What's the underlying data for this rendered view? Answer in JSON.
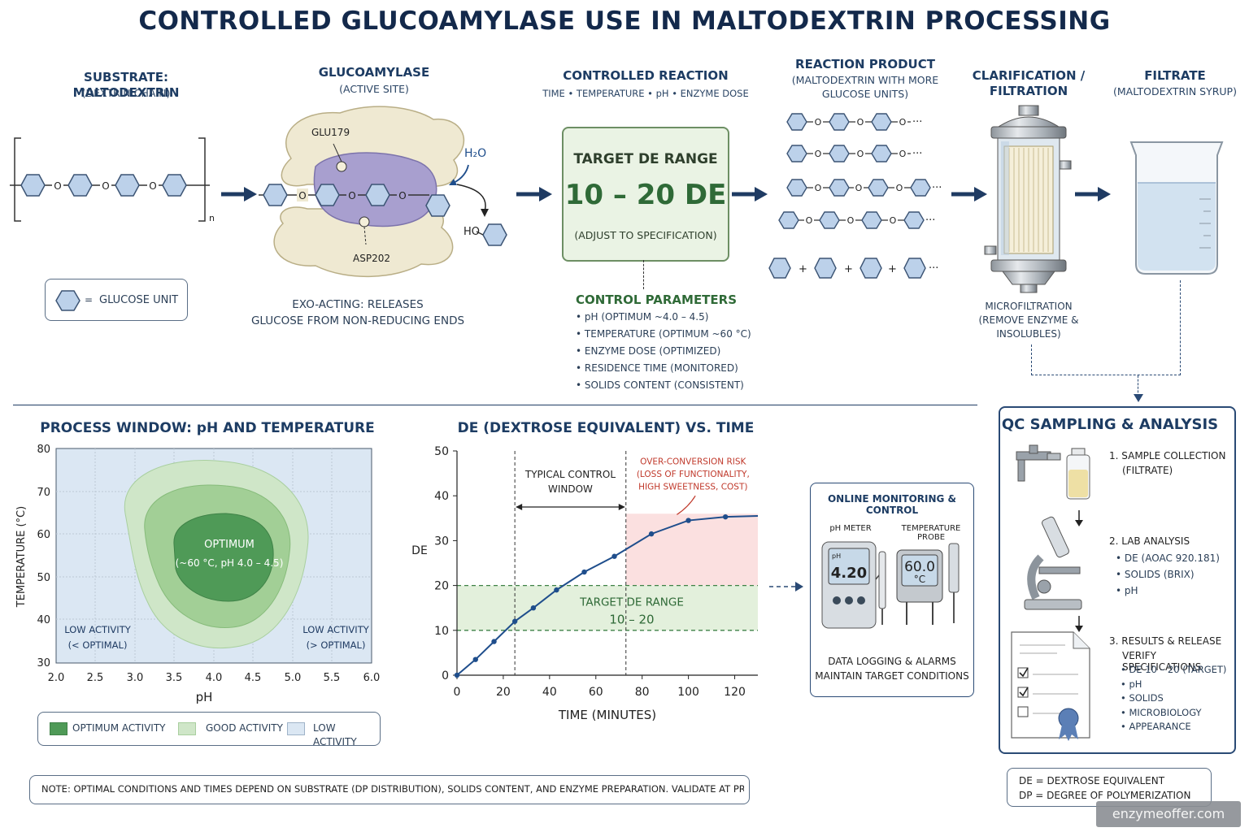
{
  "title": "CONTROLLED GLUCOAMYLASE USE IN MALTODEXTRIN PROCESSING",
  "substrate": {
    "title": "SUBSTRATE: MALTODEXTRIN",
    "subtitle": "(DEXTRIN CHAIN)",
    "bond": "O",
    "subscript": "n",
    "legend_eq": "=",
    "legend_label": "GLUCOSE UNIT"
  },
  "enzyme": {
    "title": "GLUCOAMYLASE",
    "subtitle": "(ACTIVE SITE)",
    "residue1": "GLU179",
    "residue2": "ASP202",
    "water": "H₂O",
    "ho": "HO",
    "caption1": "EXO-ACTING: RELEASES",
    "caption2": "GLUCOSE FROM NON-REDUCING ENDS"
  },
  "reaction": {
    "title": "CONTROLLED REACTION",
    "subtitle": "TIME  •  TEMPERATURE  •  pH  •  ENZYME DOSE",
    "target_label": "TARGET DE RANGE",
    "target_value": "10 – 20 DE",
    "target_note": "(ADJUST TO SPECIFICATION)",
    "params_title": "CONTROL PARAMETERS",
    "params": [
      "pH (OPTIMUM ~4.0 – 4.5)",
      "TEMPERATURE (OPTIMUM ~60 °C)",
      "ENZYME DOSE (OPTIMIZED)",
      "RESIDENCE TIME (MONITORED)",
      "SOLIDS CONTENT (CONSISTENT)"
    ]
  },
  "product": {
    "title": "REACTION PRODUCT",
    "subtitle1": "(MALTODEXTRIN WITH MORE",
    "subtitle2": "GLUCOSE UNITS)",
    "plus": "+",
    "ellipsis": "···"
  },
  "filtration": {
    "title1": "CLARIFICATION /",
    "title2": "FILTRATION",
    "caption1": "MICROFILTRATION",
    "caption2": "(REMOVE ENZYME &",
    "caption3": "INSOLUBLES)"
  },
  "filtrate": {
    "title": "FILTRATE",
    "subtitle": "(MALTODEXTRIN SYRUP)"
  },
  "process_window": {
    "title": "PROCESS WINDOW: pH AND TEMPERATURE",
    "ylabel": "TEMPERATURE (°C)",
    "xlabel": "pH",
    "yticks": [
      "80",
      "70",
      "60",
      "50",
      "40",
      "30"
    ],
    "xticks": [
      "2.0",
      "2.5",
      "3.0",
      "3.5",
      "4.0",
      "4.5",
      "5.0",
      "5.5",
      "6.0"
    ],
    "optimum_title": "OPTIMUM",
    "optimum_sub": "(~60 °C, pH 4.0 – 4.5)",
    "low_left1": "LOW ACTIVITY",
    "low_left2": "(< OPTIMAL)",
    "low_right1": "LOW ACTIVITY",
    "low_right2": "(> OPTIMAL)",
    "legend": [
      {
        "label": "OPTIMUM ACTIVITY",
        "color": "#4f9a57"
      },
      {
        "label": "GOOD ACTIVITY",
        "color": "#cfe6c8"
      },
      {
        "label": "LOW ACTIVITY",
        "color": "#dbe7f3"
      }
    ]
  },
  "chart_data": {
    "type": "line",
    "title": "DE (DEXTROSE EQUIVALENT) VS. TIME",
    "xlabel": "TIME (MINUTES)",
    "ylabel": "DE",
    "xlim": [
      0,
      130
    ],
    "ylim": [
      0,
      50
    ],
    "xticks": [
      0,
      20,
      40,
      60,
      80,
      100,
      120
    ],
    "yticks": [
      0,
      10,
      20,
      30,
      40,
      50
    ],
    "series": [
      {
        "x": [
          0,
          8,
          16,
          25,
          33,
          43,
          55,
          68,
          84,
          100,
          116,
          130
        ],
        "y": [
          0,
          3.5,
          7.5,
          12,
          15,
          19,
          23,
          26.5,
          31.5,
          34.5,
          35.3,
          35.5
        ],
        "color": "#1f4e8c"
      }
    ],
    "target_band": [
      10,
      20
    ],
    "target_label": "TARGET DE RANGE",
    "target_value": "10 – 20",
    "window_x": [
      25,
      73
    ],
    "window_label1": "TYPICAL CONTROL",
    "window_label2": "WINDOW",
    "risk_label1": "OVER-CONVERSION RISK",
    "risk_label2": "(LOSS OF FUNCTIONALITY,",
    "risk_label3": "HIGH SWEETNESS, COST)"
  },
  "monitoring": {
    "title": "ONLINE MONITORING & CONTROL",
    "ph_label": "pH METER",
    "ph_value": "4.20",
    "ph_unit": "pH",
    "temp_label": "TEMPERATURE PROBE",
    "temp_value": "60.0",
    "temp_unit": "°C",
    "caption1": "DATA LOGGING & ALARMS",
    "caption2": "MAINTAIN TARGET CONDITIONS"
  },
  "qc": {
    "title": "QC SAMPLING & ANALYSIS",
    "step1_title": "1.  SAMPLE COLLECTION",
    "step1_sub": "(FILTRATE)",
    "step2_title": "2.  LAB ANALYSIS",
    "step2_items": [
      "DE (AOAC 920.181)",
      "SOLIDS (BRIX)",
      "pH"
    ],
    "step3_title": "3.  RESULTS & RELEASE",
    "step3_sub": "VERIFY SPECIFICATIONS",
    "step3_items": [
      "DE 10 – 20 (TARGET)",
      "pH",
      "SOLIDS",
      "MICROBIOLOGY",
      "APPEARANCE"
    ]
  },
  "note": "NOTE:  OPTIMAL CONDITIONS AND TIMES DEPEND ON SUBSTRATE (DP DISTRIBUTION), SOLIDS CONTENT, AND ENZYME PREPARATION. VALIDATE AT PRODUCTION SCALE.",
  "abbrev": {
    "de": "DE  =  DEXTROSE EQUIVALENT",
    "dp": "DP  =  DEGREE OF POLYMERIZATION"
  },
  "watermark": "enzymeoffer.com"
}
